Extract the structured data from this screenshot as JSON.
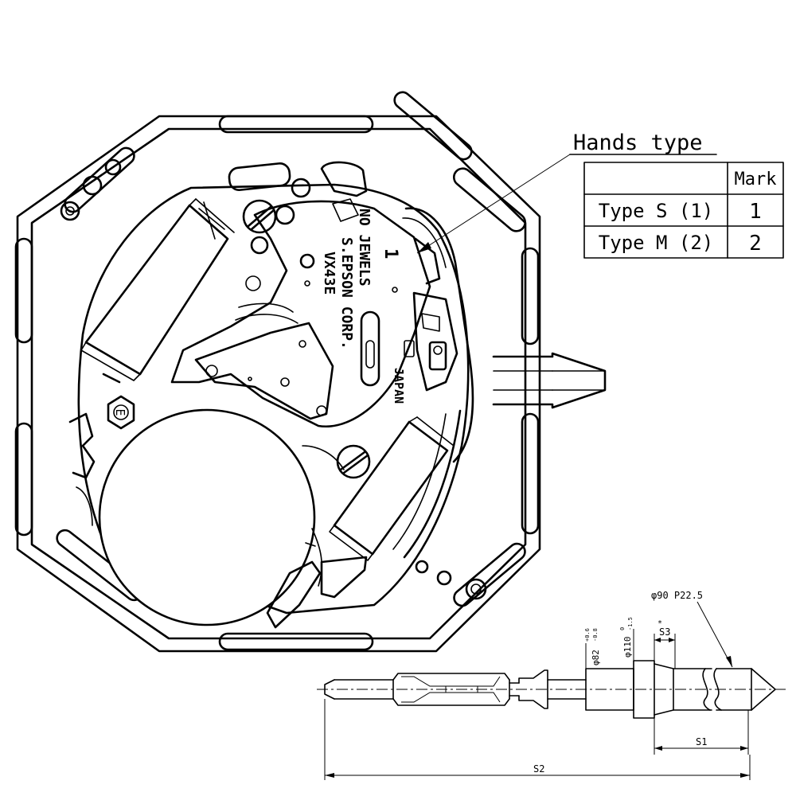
{
  "diagram": {
    "movement_marks": {
      "hands_mark": "1",
      "jewels": "NO JEWELS",
      "maker": "S.EPSON CORP.",
      "caliber": "VX43E",
      "country": "JAPAN",
      "hex_mark": "E"
    },
    "hands_table": {
      "title": "Hands type",
      "header_mark": "Mark",
      "rows": [
        {
          "type": "Type S (1)",
          "mark": "1"
        },
        {
          "type": "Type M (2)",
          "mark": "2"
        }
      ]
    },
    "stem": {
      "dia_82": "φ82",
      "dia_82_tol_upper": "+0.6",
      "dia_82_tol_lower": "-0.8",
      "dia_110": "φ110",
      "dia_110_tol_upper": "0",
      "dia_110_tol_lower": "-1.5",
      "thread_label": "φ90 P22.5",
      "s3_label": "S3",
      "s3_mark": "*",
      "s1_label": "S1",
      "s2_label": "S2"
    }
  }
}
